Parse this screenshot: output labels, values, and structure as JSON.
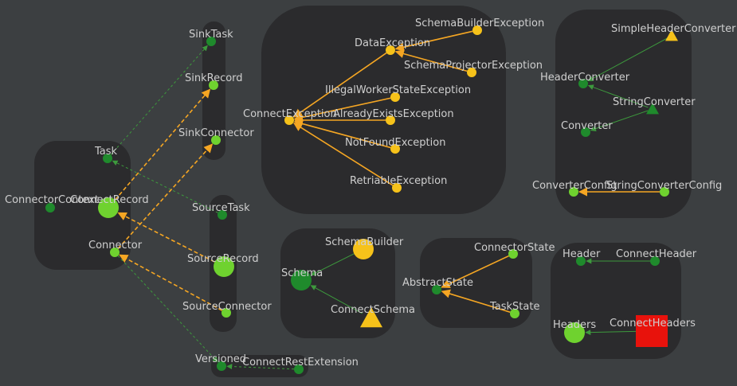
{
  "graph": {
    "colors": {
      "background": "#3c3f41",
      "cluster_fill": "#2b2b2d",
      "label": "#cfcfcf",
      "node_dark_green": "#1f8a2c",
      "node_light_green": "#6fd22f",
      "node_yellow": "#f6c21a",
      "node_red": "#e8120c",
      "edge_green": "#3d9a3d",
      "edge_orange": "#f5a623"
    },
    "nodes": [
      {
        "id": "SinkTask",
        "label": "SinkTask",
        "shape": "circle",
        "color": "dark_green",
        "size": "small"
      },
      {
        "id": "SinkRecord",
        "label": "SinkRecord",
        "shape": "circle",
        "color": "light_green",
        "size": "small"
      },
      {
        "id": "SinkConnector",
        "label": "SinkConnector",
        "shape": "circle",
        "color": "light_green",
        "size": "small"
      },
      {
        "id": "Task",
        "label": "Task",
        "shape": "circle",
        "color": "dark_green",
        "size": "small"
      },
      {
        "id": "ConnectorContext",
        "label": "ConnectorContext",
        "shape": "circle",
        "color": "dark_green",
        "size": "small"
      },
      {
        "id": "ConnectRecord",
        "label": "ConnectRecord",
        "shape": "circle",
        "color": "light_green",
        "size": "large"
      },
      {
        "id": "Connector",
        "label": "Connector",
        "shape": "circle",
        "color": "light_green",
        "size": "small"
      },
      {
        "id": "SourceTask",
        "label": "SourceTask",
        "shape": "circle",
        "color": "dark_green",
        "size": "small"
      },
      {
        "id": "SourceRecord",
        "label": "SourceRecord",
        "shape": "circle",
        "color": "light_green",
        "size": "large"
      },
      {
        "id": "SourceConnector",
        "label": "SourceConnector",
        "shape": "circle",
        "color": "light_green",
        "size": "small"
      },
      {
        "id": "Versioned",
        "label": "Versioned",
        "shape": "circle",
        "color": "dark_green",
        "size": "small"
      },
      {
        "id": "ConnectRestExtension",
        "label": "ConnectRestExtension",
        "shape": "circle",
        "color": "dark_green",
        "size": "small"
      },
      {
        "id": "DataException",
        "label": "DataException",
        "shape": "circle",
        "color": "yellow",
        "size": "small"
      },
      {
        "id": "SchemaBuilderException",
        "label": "SchemaBuilderException",
        "shape": "circle",
        "color": "yellow",
        "size": "small"
      },
      {
        "id": "SchemaProjectorException",
        "label": "SchemaProjectorException",
        "shape": "circle",
        "color": "yellow",
        "size": "small"
      },
      {
        "id": "IllegalWorkerStateException",
        "label": "IllegalWorkerStateException",
        "shape": "circle",
        "color": "yellow",
        "size": "small"
      },
      {
        "id": "ConnectException",
        "label": "ConnectException",
        "shape": "circle",
        "color": "yellow",
        "size": "small"
      },
      {
        "id": "AlreadyExistsException",
        "label": "AlreadyExistsException",
        "shape": "circle",
        "color": "yellow",
        "size": "small"
      },
      {
        "id": "NotFoundException",
        "label": "NotFoundException",
        "shape": "circle",
        "color": "yellow",
        "size": "small"
      },
      {
        "id": "RetriableException",
        "label": "RetriableException",
        "shape": "circle",
        "color": "yellow",
        "size": "small"
      },
      {
        "id": "SimpleHeaderConverter",
        "label": "SimpleHeaderConverter",
        "shape": "triangle",
        "color": "yellow",
        "size": "small"
      },
      {
        "id": "HeaderConverter",
        "label": "HeaderConverter",
        "shape": "circle",
        "color": "dark_green",
        "size": "small"
      },
      {
        "id": "StringConverter",
        "label": "StringConverter",
        "shape": "triangle",
        "color": "dark_green",
        "size": "small"
      },
      {
        "id": "Converter",
        "label": "Converter",
        "shape": "circle",
        "color": "dark_green",
        "size": "small"
      },
      {
        "id": "ConverterConfig",
        "label": "ConverterConfig",
        "shape": "circle",
        "color": "light_green",
        "size": "small"
      },
      {
        "id": "StringConverterConfig",
        "label": "StringConverterConfig",
        "shape": "circle",
        "color": "light_green",
        "size": "small"
      },
      {
        "id": "SchemaBuilder",
        "label": "SchemaBuilder",
        "shape": "circle",
        "color": "yellow",
        "size": "large"
      },
      {
        "id": "Schema",
        "label": "Schema",
        "shape": "circle",
        "color": "dark_green",
        "size": "large"
      },
      {
        "id": "ConnectSchema",
        "label": "ConnectSchema",
        "shape": "triangle",
        "color": "yellow",
        "size": "large"
      },
      {
        "id": "ConnectorState",
        "label": "ConnectorState",
        "shape": "circle",
        "color": "light_green",
        "size": "small"
      },
      {
        "id": "AbstractState",
        "label": "AbstractState",
        "shape": "circle",
        "color": "dark_green",
        "size": "small"
      },
      {
        "id": "TaskState",
        "label": "TaskState",
        "shape": "circle",
        "color": "light_green",
        "size": "small"
      },
      {
        "id": "Header",
        "label": "Header",
        "shape": "circle",
        "color": "dark_green",
        "size": "small"
      },
      {
        "id": "ConnectHeader",
        "label": "ConnectHeader",
        "shape": "circle",
        "color": "dark_green",
        "size": "small"
      },
      {
        "id": "Headers",
        "label": "Headers",
        "shape": "circle",
        "color": "light_green",
        "size": "large"
      },
      {
        "id": "ConnectHeaders",
        "label": "ConnectHeaders",
        "shape": "square",
        "color": "red",
        "size": "large"
      }
    ],
    "edges": [
      {
        "from": "Task",
        "to": "SinkTask",
        "kind": "implements"
      },
      {
        "from": "SourceTask",
        "to": "Task",
        "kind": "implements"
      },
      {
        "from": "ConnectRecord",
        "to": "SinkRecord",
        "kind": "extends"
      },
      {
        "from": "Connector",
        "to": "SinkConnector",
        "kind": "extends"
      },
      {
        "from": "SourceRecord",
        "to": "ConnectRecord",
        "kind": "extends"
      },
      {
        "from": "SourceConnector",
        "to": "Connector",
        "kind": "extends"
      },
      {
        "from": "Connector",
        "to": "Versioned",
        "kind": "implements"
      },
      {
        "from": "ConnectRestExtension",
        "to": "Versioned",
        "kind": "implements"
      },
      {
        "from": "SchemaBuilderException",
        "to": "DataException",
        "kind": "extends_solid"
      },
      {
        "from": "SchemaProjectorException",
        "to": "DataException",
        "kind": "extends_solid"
      },
      {
        "from": "DataException",
        "to": "ConnectException",
        "kind": "extends_solid"
      },
      {
        "from": "IllegalWorkerStateException",
        "to": "ConnectException",
        "kind": "extends_solid"
      },
      {
        "from": "AlreadyExistsException",
        "to": "ConnectException",
        "kind": "extends_solid"
      },
      {
        "from": "NotFoundException",
        "to": "ConnectException",
        "kind": "extends_solid"
      },
      {
        "from": "RetriableException",
        "to": "ConnectException",
        "kind": "extends_solid"
      },
      {
        "from": "SimpleHeaderConverter",
        "to": "HeaderConverter",
        "kind": "implements_solid"
      },
      {
        "from": "StringConverter",
        "to": "HeaderConverter",
        "kind": "implements_solid"
      },
      {
        "from": "StringConverter",
        "to": "Converter",
        "kind": "implements_solid"
      },
      {
        "from": "StringConverterConfig",
        "to": "ConverterConfig",
        "kind": "extends_solid"
      },
      {
        "from": "SchemaBuilder",
        "to": "Schema",
        "kind": "implements_solid"
      },
      {
        "from": "ConnectSchema",
        "to": "Schema",
        "kind": "implements_solid"
      },
      {
        "from": "ConnectorState",
        "to": "AbstractState",
        "kind": "extends_solid"
      },
      {
        "from": "TaskState",
        "to": "AbstractState",
        "kind": "extends_solid"
      },
      {
        "from": "ConnectHeader",
        "to": "Header",
        "kind": "implements_solid"
      },
      {
        "from": "ConnectHeaders",
        "to": "Headers",
        "kind": "implements_solid"
      }
    ]
  }
}
